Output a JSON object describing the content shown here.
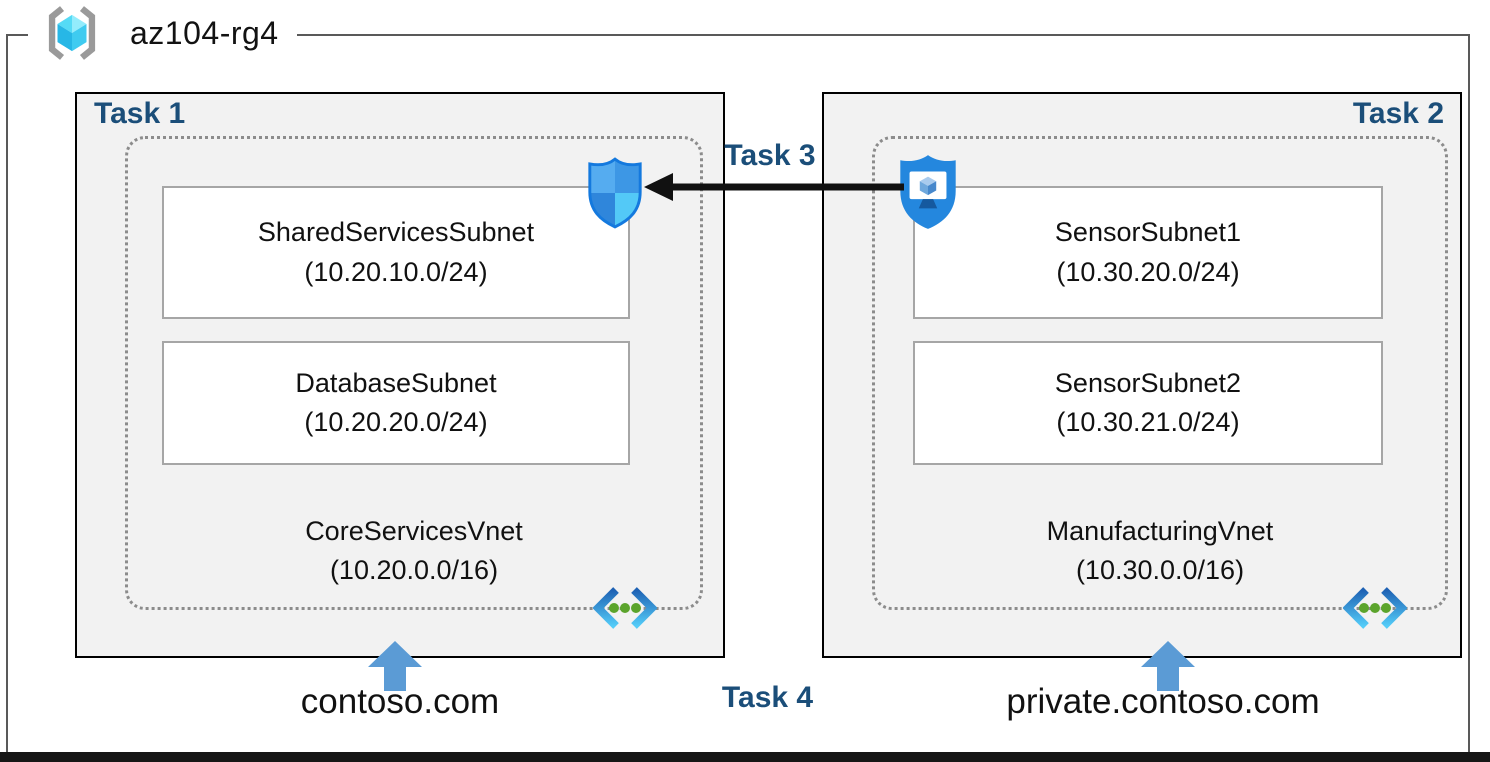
{
  "title": {
    "resource_group": "az104-rg4"
  },
  "labels": {
    "task1": "Task 1",
    "task2": "Task 2",
    "task3": "Task 3",
    "task4": "Task 4"
  },
  "left": {
    "vnet_name": "CoreServicesVnet",
    "vnet_cidr": "(10.20.0.0/16)",
    "dns": "contoso.com",
    "subnets": [
      {
        "name": "SharedServicesSubnet",
        "cidr": "(10.20.10.0/24)"
      },
      {
        "name": "DatabaseSubnet",
        "cidr": "(10.20.20.0/24)"
      }
    ]
  },
  "right": {
    "vnet_name": "ManufacturingVnet",
    "vnet_cidr": "(10.30.0.0/16)",
    "dns": "private.contoso.com",
    "subnets": [
      {
        "name": "SensorSubnet1",
        "cidr": "(10.30.20.0/24)"
      },
      {
        "name": "SensorSubnet2",
        "cidr": "(10.30.21.0/24)"
      }
    ]
  },
  "icons": {
    "resource_group": "resource-group-icon",
    "network_security_group": "nsg-shield-icon",
    "bastion": "bastion-shield-monitor-icon",
    "virtual_network": "vnet-chevrons-icon",
    "peering_arrow": "left-black-arrow",
    "dns_arrow": "blue-up-arrow"
  },
  "colors": {
    "task_label": "#1B4E79",
    "box_fill": "#F2F2F2",
    "box_border": "#000000",
    "frame_border": "#595959",
    "subnet_border": "#A6A6A6",
    "dashed_border": "#8C8C8C",
    "up_arrow": "#5B9BD5",
    "peering_arrow": "#111111"
  }
}
